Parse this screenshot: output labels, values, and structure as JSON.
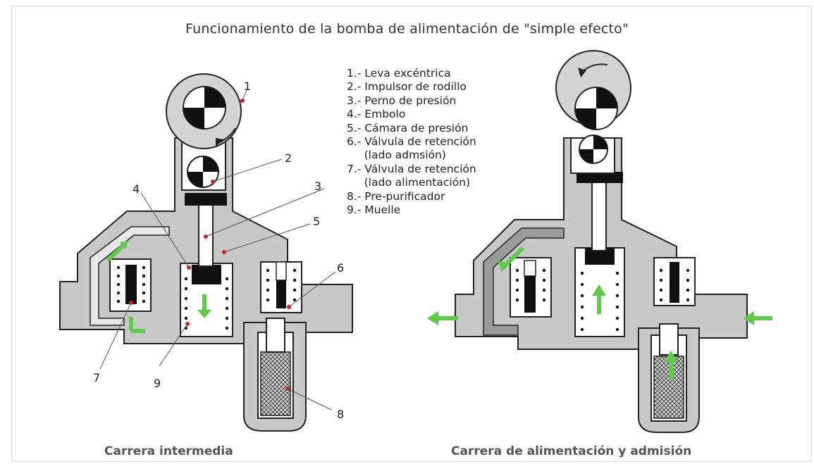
{
  "title": "Funcionamiento de la bomba de alimentación de \"simple efecto\"",
  "legend": [
    "1.- Leva excéntrica",
    "2.- Impulsor de rodillo",
    "3.- Perno de presión",
    "4.- Embolo",
    "5.- Cámara de presión",
    "6.- Válvula de retención",
    "     (lado admsión)",
    "7.- Válvula de retención",
    "     (lado alimentación)",
    "8.- Pre-purificador",
    "9.- Muelle"
  ],
  "callouts": [
    "1",
    "2",
    "3",
    "4",
    "5",
    "6",
    "7",
    "8",
    "9"
  ],
  "captions": {
    "left": "Carrera intermedia",
    "right": "Carrera de alimentación y admisión"
  },
  "colors": {
    "body": "#c8c8c8",
    "outline": "#222222",
    "fuel_dark": "#9a9a9a",
    "arrow": "#5ecb4a",
    "marker": "#d42020"
  }
}
